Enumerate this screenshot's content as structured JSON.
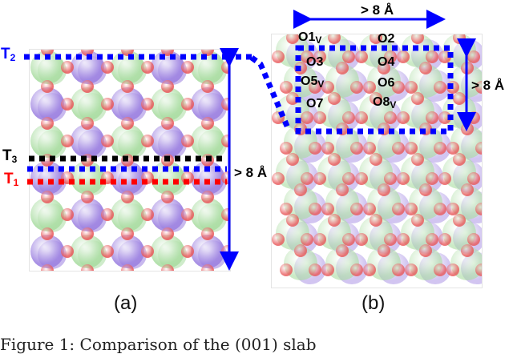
{
  "figure": {
    "colors": {
      "oxygen": "#e8585a",
      "cation_a": "#9a7ee0",
      "cation_b": "#a8dca0",
      "t1": "#ff0000",
      "t2": "#0000ff",
      "t3": "#000000",
      "arrow": "#0000ff"
    },
    "panel_a": {
      "caption": "(a)",
      "labels": {
        "t2": "T",
        "t2_sub": "2",
        "t3": "T",
        "t3_sub": "3",
        "t1": "T",
        "t1_sub": "1",
        "height": "> 8 Å"
      }
    },
    "panel_b": {
      "caption": "(b)",
      "width_label": "> 8 Å",
      "height_label": "> 8 Å",
      "oxygen_sites": [
        {
          "name": "O1",
          "sub": "V"
        },
        {
          "name": "O2",
          "sub": ""
        },
        {
          "name": "O3",
          "sub": ""
        },
        {
          "name": "O4",
          "sub": ""
        },
        {
          "name": "O5",
          "sub": "V"
        },
        {
          "name": "O6",
          "sub": ""
        },
        {
          "name": "O7",
          "sub": ""
        },
        {
          "name": "O8",
          "sub": "V"
        }
      ]
    },
    "caption_text": "Figure 1: Comparison of the (001) slab"
  }
}
